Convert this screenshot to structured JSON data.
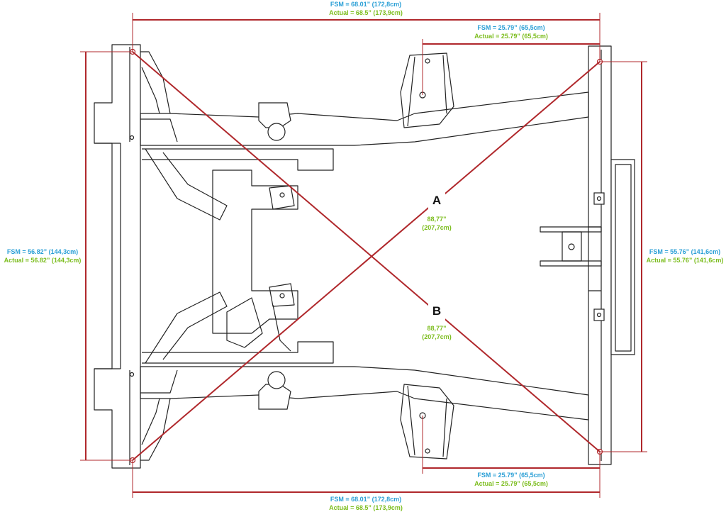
{
  "colors": {
    "fsm": "#2a9fd6",
    "actual": "#7cbd1e",
    "lines": "#b0282c",
    "frame": "#222222"
  },
  "dimensions": {
    "top_overall": {
      "fsm": "FSM = 68.01” (172,8cm)",
      "actual": "Actual = 68.5” (173,9cm)"
    },
    "top_rear": {
      "fsm": "FSM = 25.79” (65,5cm)",
      "actual": "Actual = 25.79” (65,5cm)"
    },
    "left_width": {
      "fsm": "FSM = 56.82” (144,3cm)",
      "actual": "Actual = 56.82” (144,3cm)"
    },
    "right_width": {
      "fsm": "FSM = 55.76” (141,6cm)",
      "actual": "Actual = 55.76” (141,6cm)"
    },
    "bottom_rear": {
      "fsm": "FSM = 25.79” (65,5cm)",
      "actual": "Actual = 25.79” (65,5cm)"
    },
    "bottom_overall": {
      "fsm": "FSM = 68.01” (172,8cm)",
      "actual": "Actual = 68.5” (173,9cm)"
    }
  },
  "diagonals": {
    "a": {
      "label": "A",
      "value": "88,77”",
      "metric": "(207,7cm)"
    },
    "b": {
      "label": "B",
      "value": "88,77”",
      "metric": "(207,7cm)"
    }
  }
}
